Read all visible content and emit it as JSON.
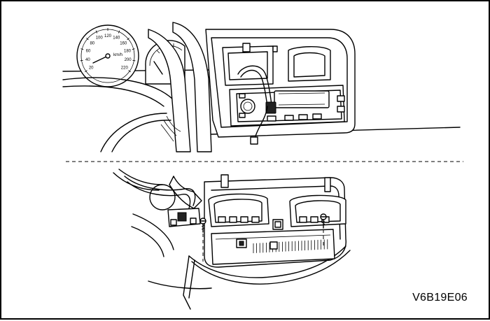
{
  "figure": {
    "id": "V6B19E06"
  },
  "speedometer": {
    "unit": "km/h",
    "ticks": [
      "20",
      "40",
      "60",
      "80",
      "100",
      "120",
      "140",
      "160",
      "180",
      "200",
      "220"
    ]
  }
}
